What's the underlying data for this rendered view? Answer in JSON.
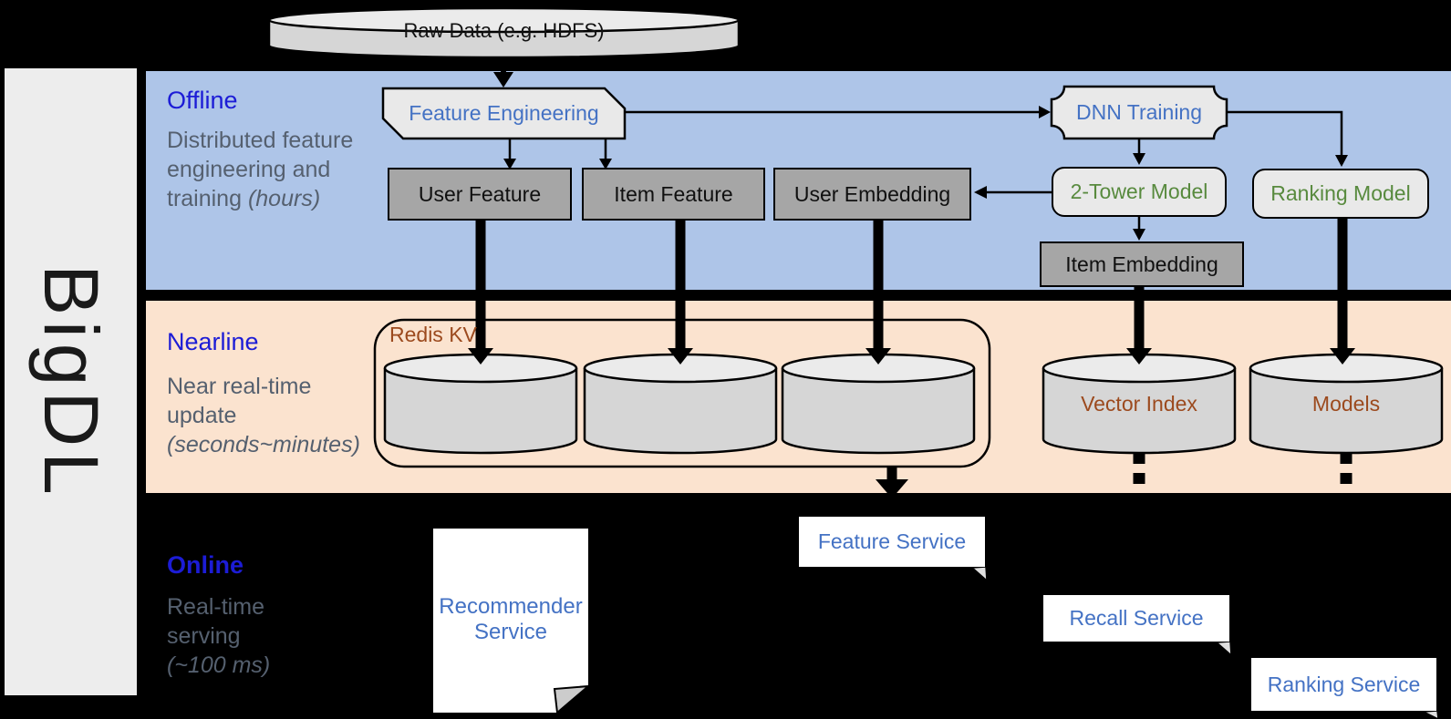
{
  "colors": {
    "band_offline": "#aec5e8",
    "band_nearline": "#fbe3cf",
    "sidebar_bg": "#ededed",
    "title_blue": "#1c1cd6",
    "desc_gray": "#55606f",
    "node_blue": "#4472c4",
    "node_green": "#588a3e",
    "node_brown": "#9c4a1e",
    "box_gray": "#a6a6a6",
    "box_light": "#e9e9e9",
    "card_bg": "#ffffff",
    "cyl_body": "#d6d6d6",
    "cyl_top": "#ebebeb"
  },
  "sidebar": {
    "label": "BigDL"
  },
  "bands": {
    "offline": {
      "title": "Offline",
      "desc": "Distributed feature engineering and training ",
      "desc_note": "(hours)"
    },
    "nearline": {
      "title": "Nearline",
      "desc": "Near real-time update",
      "desc_note": "(seconds~minutes)"
    },
    "online": {
      "title": "Online",
      "desc": "Real-time serving",
      "desc_note": "(~100 ms)"
    }
  },
  "pipeline": {
    "raw_data": "Raw Data (e.g. HDFS)",
    "feature_engineering": "Feature Engineering",
    "dnn_training": "DNN Training",
    "user_feature": "User Feature",
    "item_feature": "Item Feature",
    "user_embedding": "User Embedding",
    "two_tower_model": "2-Tower Model",
    "ranking_model": "Ranking Model",
    "item_embedding": "Item Embedding"
  },
  "nearline_store": {
    "redis_kv": "Redis KV",
    "vector_index": "Vector Index",
    "models": "Models"
  },
  "services": {
    "recommender": "Recommender Service",
    "feature": "Feature Service",
    "recall": "Recall Service",
    "ranking": "Ranking Service"
  }
}
